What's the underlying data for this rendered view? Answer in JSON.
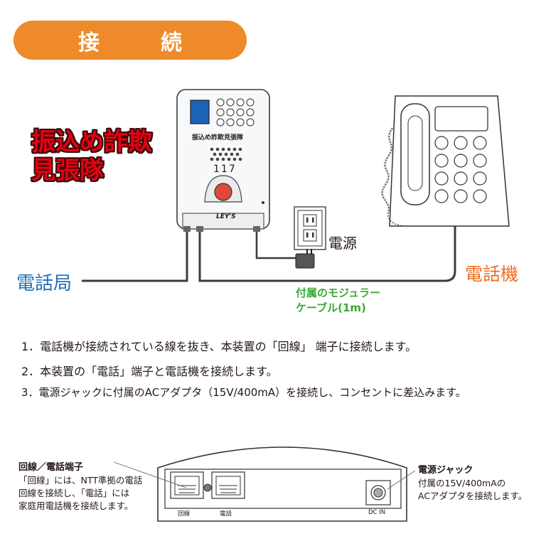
{
  "header": {
    "title": "接　続"
  },
  "product": {
    "promo_line1": "振込め詐欺",
    "promo_line2": "見張隊",
    "device_badge": "振込め詐欺見張隊",
    "device_number": "117",
    "brand": "LEY'S"
  },
  "diagram": {
    "power_label": "電源",
    "phone_label": "電話機",
    "office_label": "電話局",
    "cable_label_line1": "付属のモジュラー",
    "cable_label_line2": "ケーブル(1m)"
  },
  "steps": [
    "1．電話機が接続されている線を抜き、本装置の「回線」 端子に接続します。",
    "2．本装置の「電話」端子と電話機を接続します。",
    "3．電源ジャックに付属のACアダプタ（15V/400mA）を接続し、コンセントに差込みます。"
  ],
  "back_panel": {
    "left_note_title": "回線／電話端子",
    "left_note_lines": [
      "「回線」には、NTT準拠の電話",
      "回線を接続し、「電話」には",
      "家庭用電話機を接続します。"
    ],
    "right_note_title": "電源ジャック",
    "right_note_lines": [
      "付属の15V/400mAの",
      "ACアダプタを接続します。"
    ],
    "port_line_label": "回線",
    "port_phone_label": "電話",
    "port_dc_label": "DC IN"
  },
  "colors": {
    "header_bg": "#ee8a2a",
    "office_label": "#1d6fb8",
    "phone_label": "#ec6c1f",
    "cable_label": "#3aa935",
    "promo_text": "#e60012",
    "device_button": "#e2483a"
  }
}
